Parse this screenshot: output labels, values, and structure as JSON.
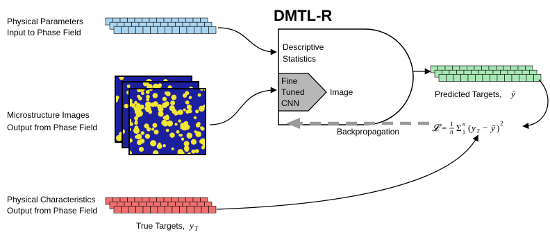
{
  "title": "DMTL-R",
  "inputs": {
    "physical_params": {
      "line1": "Physical Parameters",
      "line2": "Input to Phase Field",
      "color": "#a9d3ef"
    },
    "microstructure": {
      "line1": "Microstructure Images",
      "line2": "Output from Phase Field",
      "image_colors": {
        "background": "#1c1f9e",
        "particles": "#f2e635"
      }
    },
    "physical_chars": {
      "line1": "Physical Characteristics",
      "line2": "Output from Phase Field",
      "color": "#f07070"
    }
  },
  "model": {
    "descriptive_line1": "Descriptive",
    "descriptive_line2": "Statistics",
    "cnn_line1": "Fine",
    "cnn_line2": "Tuned",
    "cnn_line3": "CNN",
    "image_label": "Image",
    "cnn_color": "#b7b7b7"
  },
  "outputs": {
    "predicted_label": "Predicted Targets,",
    "predicted_symbol": "ȳ",
    "predicted_color": "#a8e6b4",
    "true_label": "True Targets,",
    "true_symbol": "y",
    "true_subscript": "T"
  },
  "loss": {
    "label": "Backpropagation",
    "formula_text": "𝓛 = (1/n) Σ₁ⁿ (y_T − ȳ)²"
  }
}
